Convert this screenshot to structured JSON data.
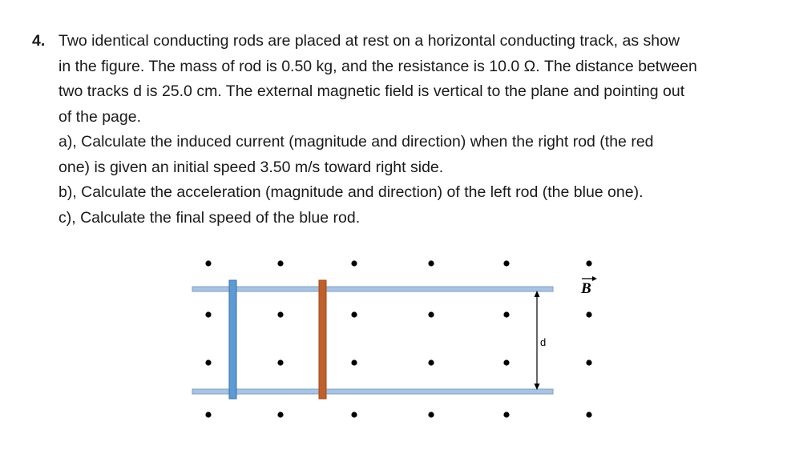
{
  "problem": {
    "number": "4.",
    "lines": [
      "Two identical conducting rods are placed at rest on a horizontal conducting track, as show",
      "in the figure. The mass of rod is 0.50 kg, and the resistance is 10.0 Ω. The distance between",
      "two tracks d is 25.0 cm. The external magnetic field is vertical to the plane and pointing out",
      "of the page.",
      "a), Calculate the induced current (magnitude and direction) when the right rod (the red",
      "one) is given an initial speed 3.50 m/s toward right side.",
      "b), Calculate the acceleration (magnitude and direction) of the left rod (the blue one).",
      "c), Calculate the final speed of the blue rod."
    ]
  },
  "figure": {
    "field_label": "B",
    "distance_label": "d",
    "colors": {
      "rail": "#a9c3e2",
      "rail_edge": "#7f9fc4",
      "left_rod": "#5b9bd5",
      "right_rod": "#c0602a",
      "dot": "#000000"
    }
  }
}
